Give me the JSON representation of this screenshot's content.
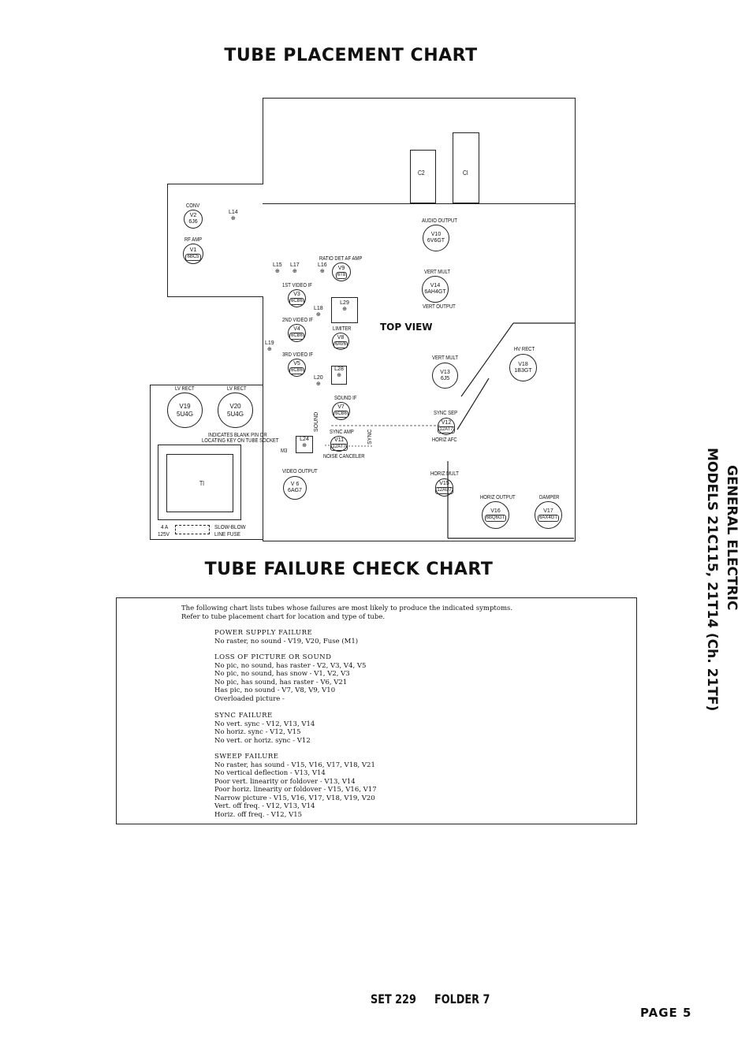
{
  "titles": {
    "placement": "TUBE PLACEMENT CHART",
    "failure": "TUBE FAILURE CHECK CHART",
    "top_view": "TOP VIEW"
  },
  "side_text": {
    "line1": "GENERAL ELECTRIC",
    "line2": "MODELS 21C115, 21T14 (Ch. 21TF)"
  },
  "capacitors": {
    "c2": "C2",
    "c1": "CI"
  },
  "tubes": {
    "v2": {
      "label": "CONV",
      "id": "V2",
      "type": "6J6"
    },
    "v1": {
      "label": "RF AMP",
      "id": "V1",
      "type": "6BC5"
    },
    "v3": {
      "label": "1ST VIDEO IF",
      "id": "V3",
      "type": "6CB6"
    },
    "v4": {
      "label": "2ND VIDEO IF",
      "id": "V4",
      "type": "6CB6"
    },
    "v5": {
      "label": "3RD VIDEO IF",
      "id": "V5",
      "type": "6CB6"
    },
    "v9": {
      "label": "RATIO DET AF AMP",
      "id": "V9",
      "type": "6T8"
    },
    "v8": {
      "label": "LIMITER",
      "id": "V8",
      "type": "6AV6"
    },
    "v7": {
      "label": "SOUND IF",
      "id": "V7",
      "type": "6CB6"
    },
    "v11": {
      "label": "SYNC AMP",
      "id": "V11",
      "type": "12AT7"
    },
    "v6": {
      "label": "VIDEO OUTPUT",
      "id": "V 6",
      "type": "6AG7"
    },
    "v10": {
      "label": "AUDIO OUTPUT",
      "id": "V10",
      "type": "6V6GT"
    },
    "v14": {
      "label": "VERT MULT",
      "id": "V14",
      "type": "6AH4GT"
    },
    "v14_sub": "VERT OUTPUT",
    "v13": {
      "label": "VERT MULT",
      "id": "V13",
      "type": "6J5"
    },
    "v18": {
      "label": "HV RECT",
      "id": "V18",
      "type": "1B3GT"
    },
    "v12": {
      "label": "SYNC SEP",
      "id": "V12",
      "type": "12AT7"
    },
    "v12_sub": "HORIZ AFC",
    "v15": {
      "label": "HORIZ MULT",
      "id": "V15",
      "type": "12AU7"
    },
    "v16": {
      "label": "HORIZ OUTPUT",
      "id": "V16",
      "type": "6BQ6GT"
    },
    "v17": {
      "label": "DAMPER",
      "id": "V17",
      "type": "6AX4GT"
    },
    "v19": {
      "label": "LV RECT",
      "id": "V19",
      "type": "5U4G"
    },
    "v20": {
      "label": "LV RECT",
      "id": "V20",
      "type": "5U4G"
    }
  },
  "coils": {
    "l14": "L14",
    "l15": "L15",
    "l17": "L17",
    "l16": "L16",
    "l18": "L18",
    "l19": "L19",
    "l20": "L20",
    "l29": "L29",
    "l28": "L28",
    "l24": "L24"
  },
  "misc": {
    "sound": "SOUND",
    "sync": "SYNC",
    "noise_canceler": "NOISE CANCELER",
    "m3": "M3",
    "blank_pin_note_1": "INDICATES BLANK PIN OR",
    "blank_pin_note_2": "LOCATING KEY ON TUBE SOCKET",
    "t1": "TI",
    "fuse_amps": "4 A",
    "fuse_volts": "125V",
    "fuse_type_1": "SLOW-BLOW",
    "fuse_type_2": "LINE FUSE"
  },
  "failure_chart": {
    "intro_1": "The following chart lists tubes whose failures are most likely to produce the indicated symptoms.",
    "intro_2": "Refer to tube placement chart for location and type of tube.",
    "sections": [
      {
        "heading": "POWER SUPPLY FAILURE",
        "lines": [
          "No raster, no sound - V19, V20, Fuse (M1)"
        ]
      },
      {
        "heading": "LOSS OF PICTURE OR SOUND",
        "lines": [
          "No pic, no sound, has raster - V2, V3, V4, V5",
          "No pic, no sound, has snow - V1, V2, V3",
          "No pic, has sound, has raster - V6, V21",
          "Has pic, no sound - V7, V8, V9, V10",
          "Overloaded picture -"
        ]
      },
      {
        "heading": "SYNC FAILURE",
        "lines": [
          "No vert. sync - V12, V13, V14",
          "No horiz. sync - V12, V15",
          "No vert. or horiz. sync - V12"
        ]
      },
      {
        "heading": "SWEEP FAILURE",
        "lines": [
          "No raster, has sound - V15, V16, V17, V18, V21",
          "No vertical deflection - V13, V14",
          "Poor vert. linearity or foldover - V13, V14",
          "Poor horiz. linearity or foldover - V15, V16, V17",
          "Narrow picture - V15, V16, V17, V18, V19, V20",
          "Vert. off freq. - V12, V13, V14",
          "Horiz. off freq. - V12, V15"
        ]
      }
    ]
  },
  "footer": {
    "set": "SET 229",
    "folder": "FOLDER 7",
    "page": "PAGE 5"
  }
}
